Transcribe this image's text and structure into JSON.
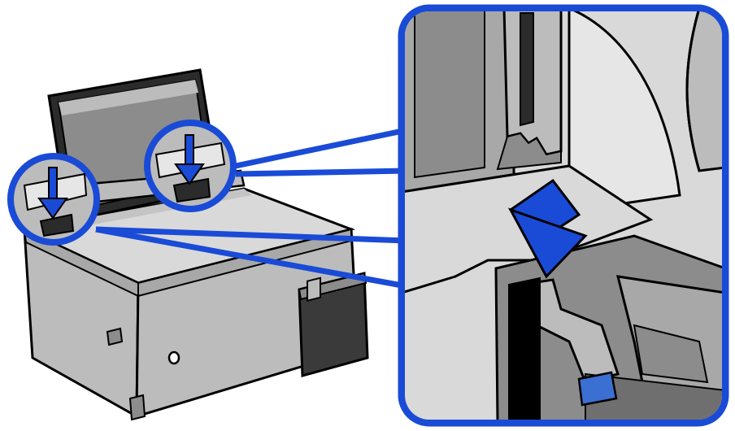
{
  "illustration": {
    "subject": "printer",
    "icons": [
      "printer-icon",
      "down-arrow-icon",
      "magnify-callout-icon",
      "paper-guide-icon"
    ],
    "colors": {
      "outline": "#000000",
      "body_gray": "#bcbcbc",
      "body_light": "#d9d9d9",
      "body_dark": "#8c8c8c",
      "panel_dark": "#3a3a3a",
      "callout_blue": "#1a4bd6",
      "arrow_blue": "#1a4bd6",
      "accent_blue": "#3b6fd1",
      "background": "#ffffff"
    },
    "callouts": [
      {
        "target": "left-paper-guide"
      },
      {
        "target": "right-paper-guide"
      }
    ]
  }
}
